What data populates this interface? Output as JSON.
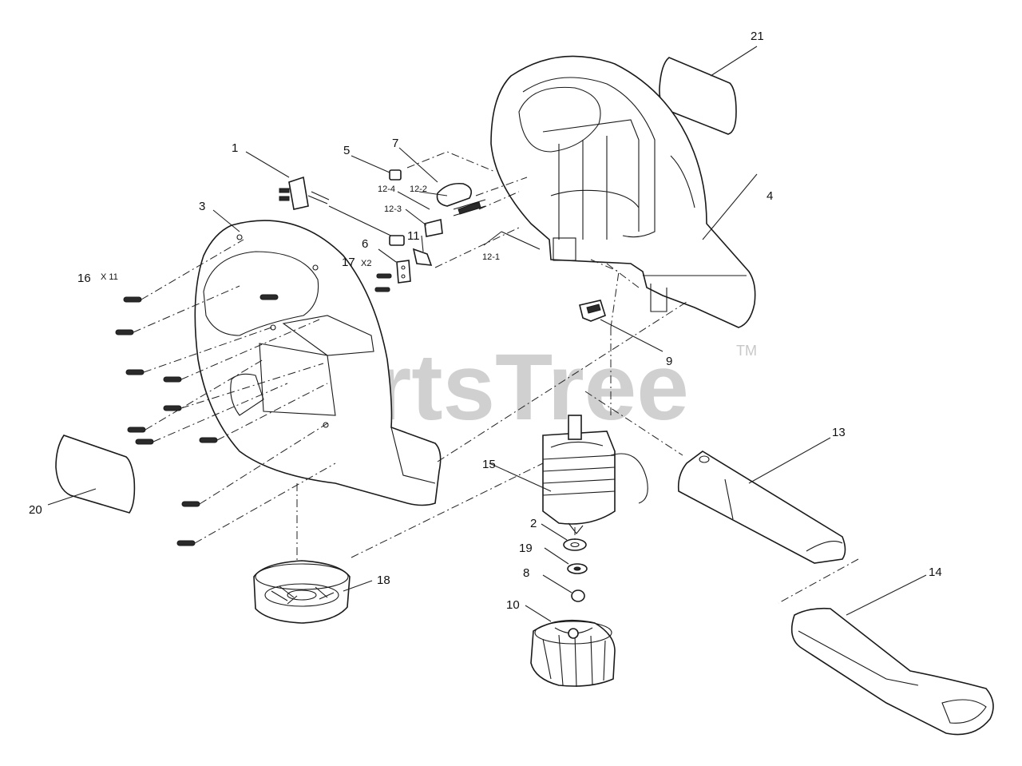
{
  "watermark": {
    "brand": "PartsTree",
    "trademark": "TM"
  },
  "callouts": {
    "p1": "1",
    "p2": "2",
    "p3": "3",
    "p4": "4",
    "p5": "5",
    "p6": "6",
    "p7": "7",
    "p8": "8",
    "p9": "9",
    "p10": "10",
    "p11": "11",
    "p12_1": "12-1",
    "p12_2": "12-2",
    "p12_3": "12-3",
    "p12_4": "12-4",
    "p13": "13",
    "p14": "14",
    "p15": "15",
    "p16": "16",
    "p16_qty": "X 11",
    "p17": "17",
    "p17_qty": "X2",
    "p18": "18",
    "p19": "19",
    "p20": "20",
    "p21": "21"
  }
}
